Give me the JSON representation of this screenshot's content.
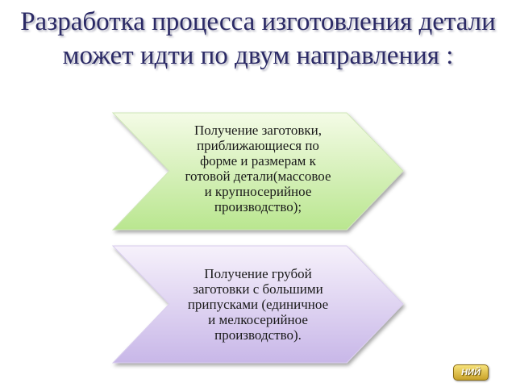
{
  "title": "Разработка процесса изготовления детали может идти по двум направления :",
  "directions": [
    {
      "text": "Получение заготовки,\nприближающиеся по\nформе и размерам к\nготовой детали(массовое\nи крупносерийное\nпроизводство);",
      "color_top": "#f4fbe6",
      "color_bottom": "#b9e68f"
    },
    {
      "text": "Получение грубой\nзаготовки с большими\nприпусками (единичное\nи мелкосерийное\nпроизводство).",
      "color_top": "#f6f1fb",
      "color_bottom": "#c8b7e8"
    }
  ],
  "nav": {
    "label": "НИЙ"
  }
}
